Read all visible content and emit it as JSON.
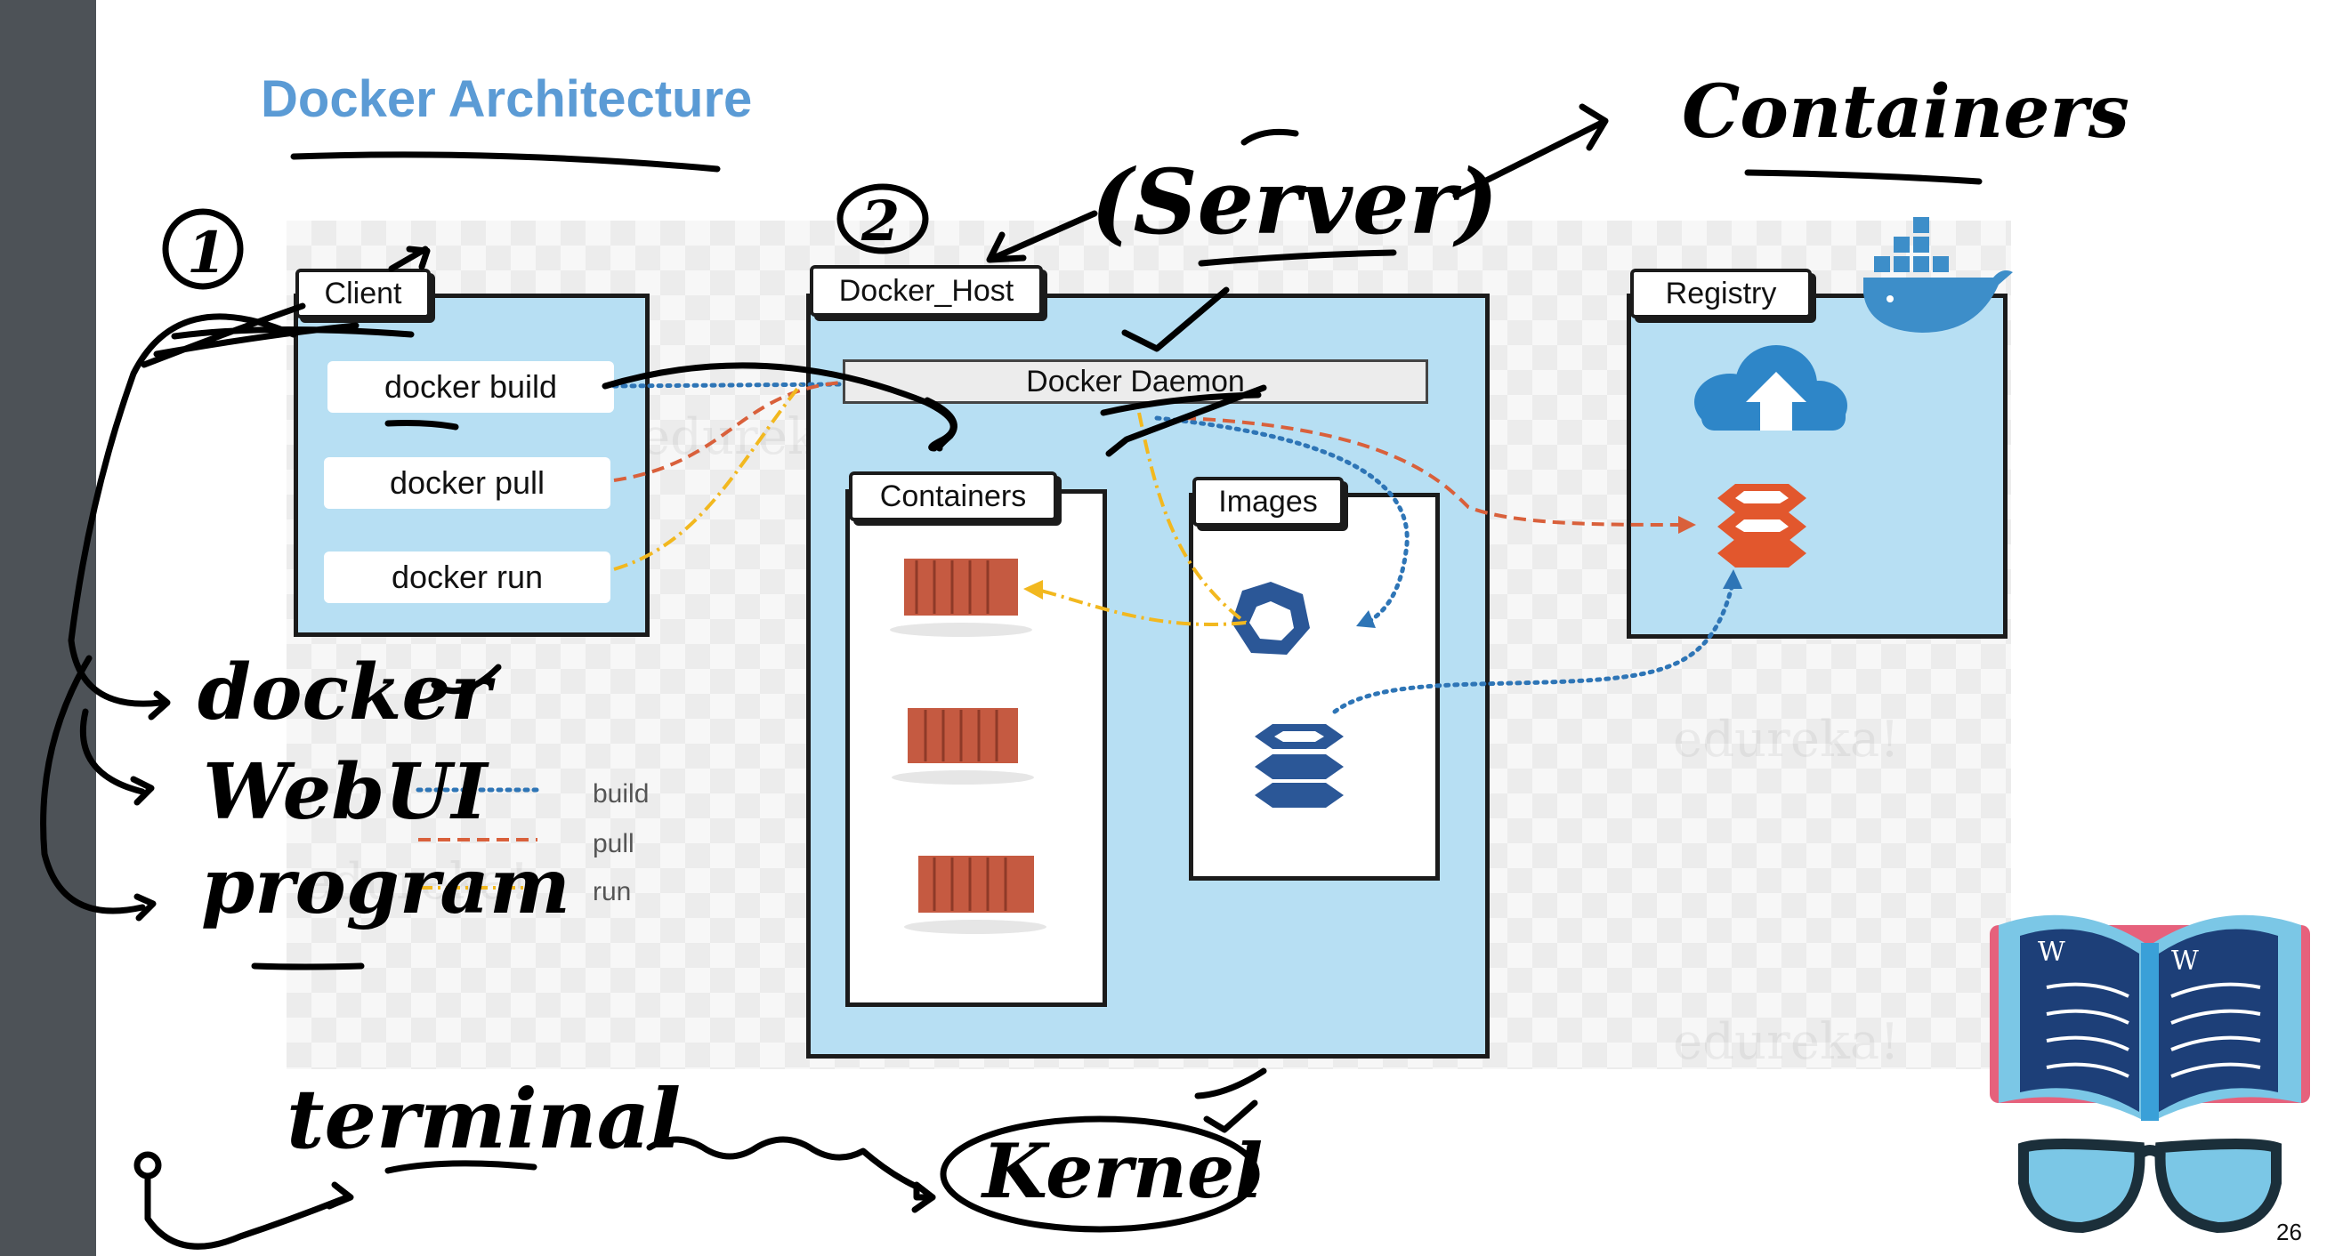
{
  "slide": {
    "title": "Docker Architecture",
    "page_number": "26",
    "watermark": "edureka!"
  },
  "diagram": {
    "client": {
      "label": "Client",
      "commands": [
        "docker build",
        "docker pull",
        "docker run"
      ]
    },
    "docker_host": {
      "label": "Docker_Host",
      "daemon_label": "Docker Daemon",
      "containers_label": "Containers",
      "images_label": "Images"
    },
    "registry": {
      "label": "Registry"
    },
    "legend": [
      "build",
      "pull",
      "run"
    ],
    "colors": {
      "build": "#2e75b6",
      "pull": "#d9603b",
      "run": "#f2b81f",
      "box_fill": "#b7dff3",
      "container_red": "#c55a41",
      "image_blue": "#2b5797"
    }
  },
  "annotations": {
    "num_one": "1",
    "num_two": "2",
    "server": "(Server)",
    "containers": "Containers",
    "docker": "docker",
    "webui": "WebUI",
    "program": "program",
    "terminal": "terminal",
    "kernel": "Kernel"
  },
  "icons": [
    "docker-whale-icon",
    "cloud-upload-icon",
    "layers-icon",
    "hexagon-image-icon",
    "shipping-container-icon",
    "book-glasses-logo"
  ]
}
